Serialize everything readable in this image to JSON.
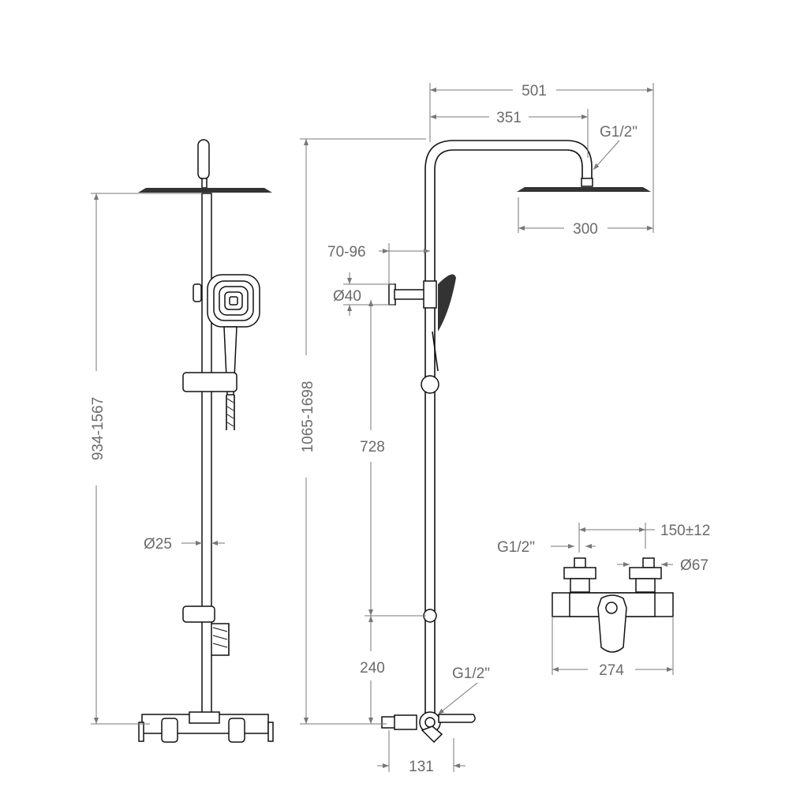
{
  "title": "Shower system dimension drawing",
  "units": "mm",
  "front_view": {
    "height_range": "934-1567",
    "pipe_diameter": "Ø25"
  },
  "side_view": {
    "total_reach": "501",
    "arm_reach": "351",
    "head_thread": "G1/2\"",
    "head_diameter": "300",
    "wall_distance": "70-96",
    "bracket_diameter": "Ø40",
    "height_range": "1065-1698",
    "upper_length": "728",
    "lower_length": "240",
    "inlet_thread": "G1/2\"",
    "mixer_depth": "131"
  },
  "mixer_view": {
    "inlet_spacing": "150±12",
    "inlet_thread": "G1/2\"",
    "escutcheon_diameter": "Ø67",
    "width": "274"
  }
}
